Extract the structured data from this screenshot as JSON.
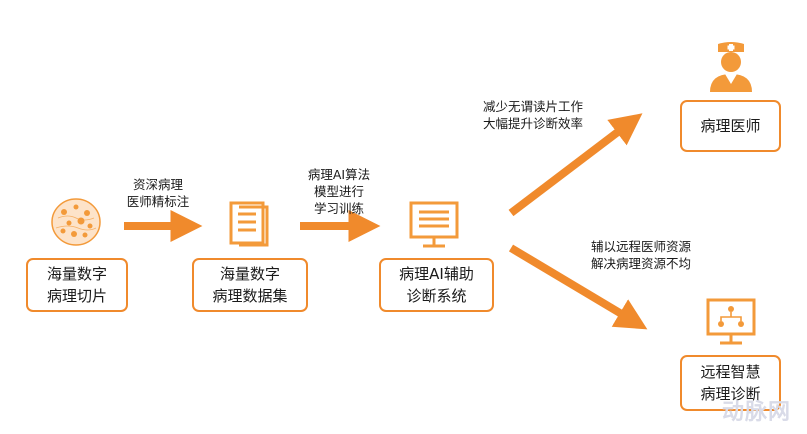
{
  "nodes": {
    "slice": "海量数字\n病理切片",
    "dataset": "海量数字\n病理数据集",
    "system": "病理AI辅助\n诊断系统",
    "doctor": "病理医师",
    "remote": "远程智慧\n病理诊断"
  },
  "edges": {
    "annotate": "资深病理\n医师精标注",
    "train": "病理AI算法\n模型进行\n学习训练",
    "efficiency": "减少无谓读片工作\n大幅提升诊断效率",
    "remote": "辅以远程医师资源\n解决病理资源不均"
  },
  "watermark": "动脉网",
  "colors": {
    "accent": "#f08a2c",
    "icon": "#f39a3a"
  },
  "icons": {
    "slice": "cell-slice-icon",
    "dataset": "documents-icon",
    "system": "monitor-icon",
    "doctor": "doctor-icon",
    "remote": "remote-monitor-icon"
  }
}
